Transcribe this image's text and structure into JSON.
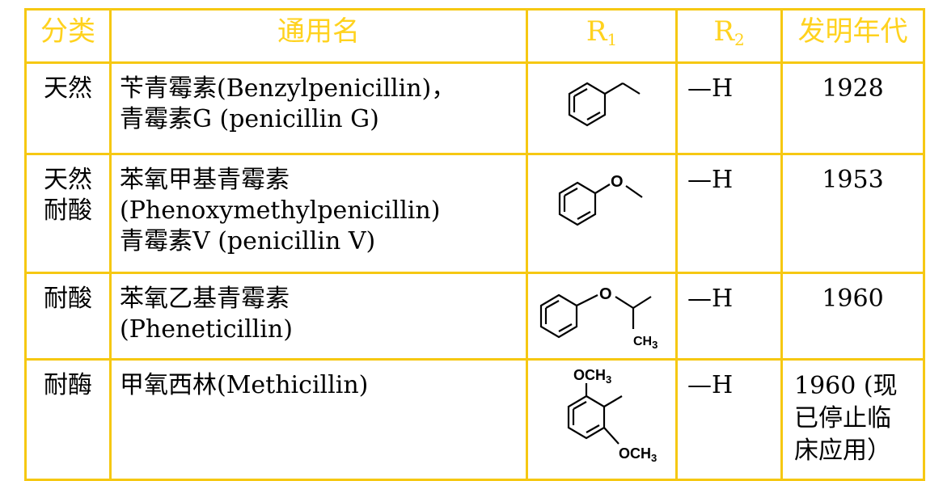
{
  "header": {
    "category": "分类",
    "generic_name": "通用名",
    "r1_base": "R",
    "r1_sub": "1",
    "r2_base": "R",
    "r2_sub": "2",
    "invention_year": "发明年代"
  },
  "colors": {
    "border": "#f6c812",
    "header_text": "#ffd21e",
    "body_text": "#000000"
  },
  "rows": [
    {
      "category_lines": [
        "天然"
      ],
      "name_lines": [
        "苄青霉素(Benzylpenicillin)，",
        "青霉素G (penicillin G)"
      ],
      "r1_structure": "benzyl",
      "r1_labels": [],
      "r2": "—H",
      "year_lines": [
        "1928"
      ]
    },
    {
      "category_lines": [
        "天然",
        "耐酸"
      ],
      "name_lines": [
        "苯氧甲基青霉素",
        "(Phenoxymethylpenicillin)",
        "青霉素V (penicillin V)"
      ],
      "r1_structure": "phenoxymethyl",
      "r1_labels": [
        "O"
      ],
      "r2": "—H",
      "year_lines": [
        "1953"
      ]
    },
    {
      "category_lines": [
        "耐酸"
      ],
      "name_lines": [
        "苯氧乙基青霉素",
        "(Pheneticillin)"
      ],
      "r1_structure": "phenoxyethyl",
      "r1_labels": [
        "O",
        "CH3"
      ],
      "r2": "—H",
      "year_lines": [
        "1960"
      ]
    },
    {
      "category_lines": [
        "耐酶"
      ],
      "name_lines": [
        "甲氧西林(Methicillin)"
      ],
      "r1_structure": "dimethoxyphenyl",
      "r1_labels": [
        "OCH3",
        "OCH3"
      ],
      "r2": "—H",
      "year_lines": [
        "1960 (现",
        "已停止临",
        "床应用）"
      ]
    }
  ]
}
